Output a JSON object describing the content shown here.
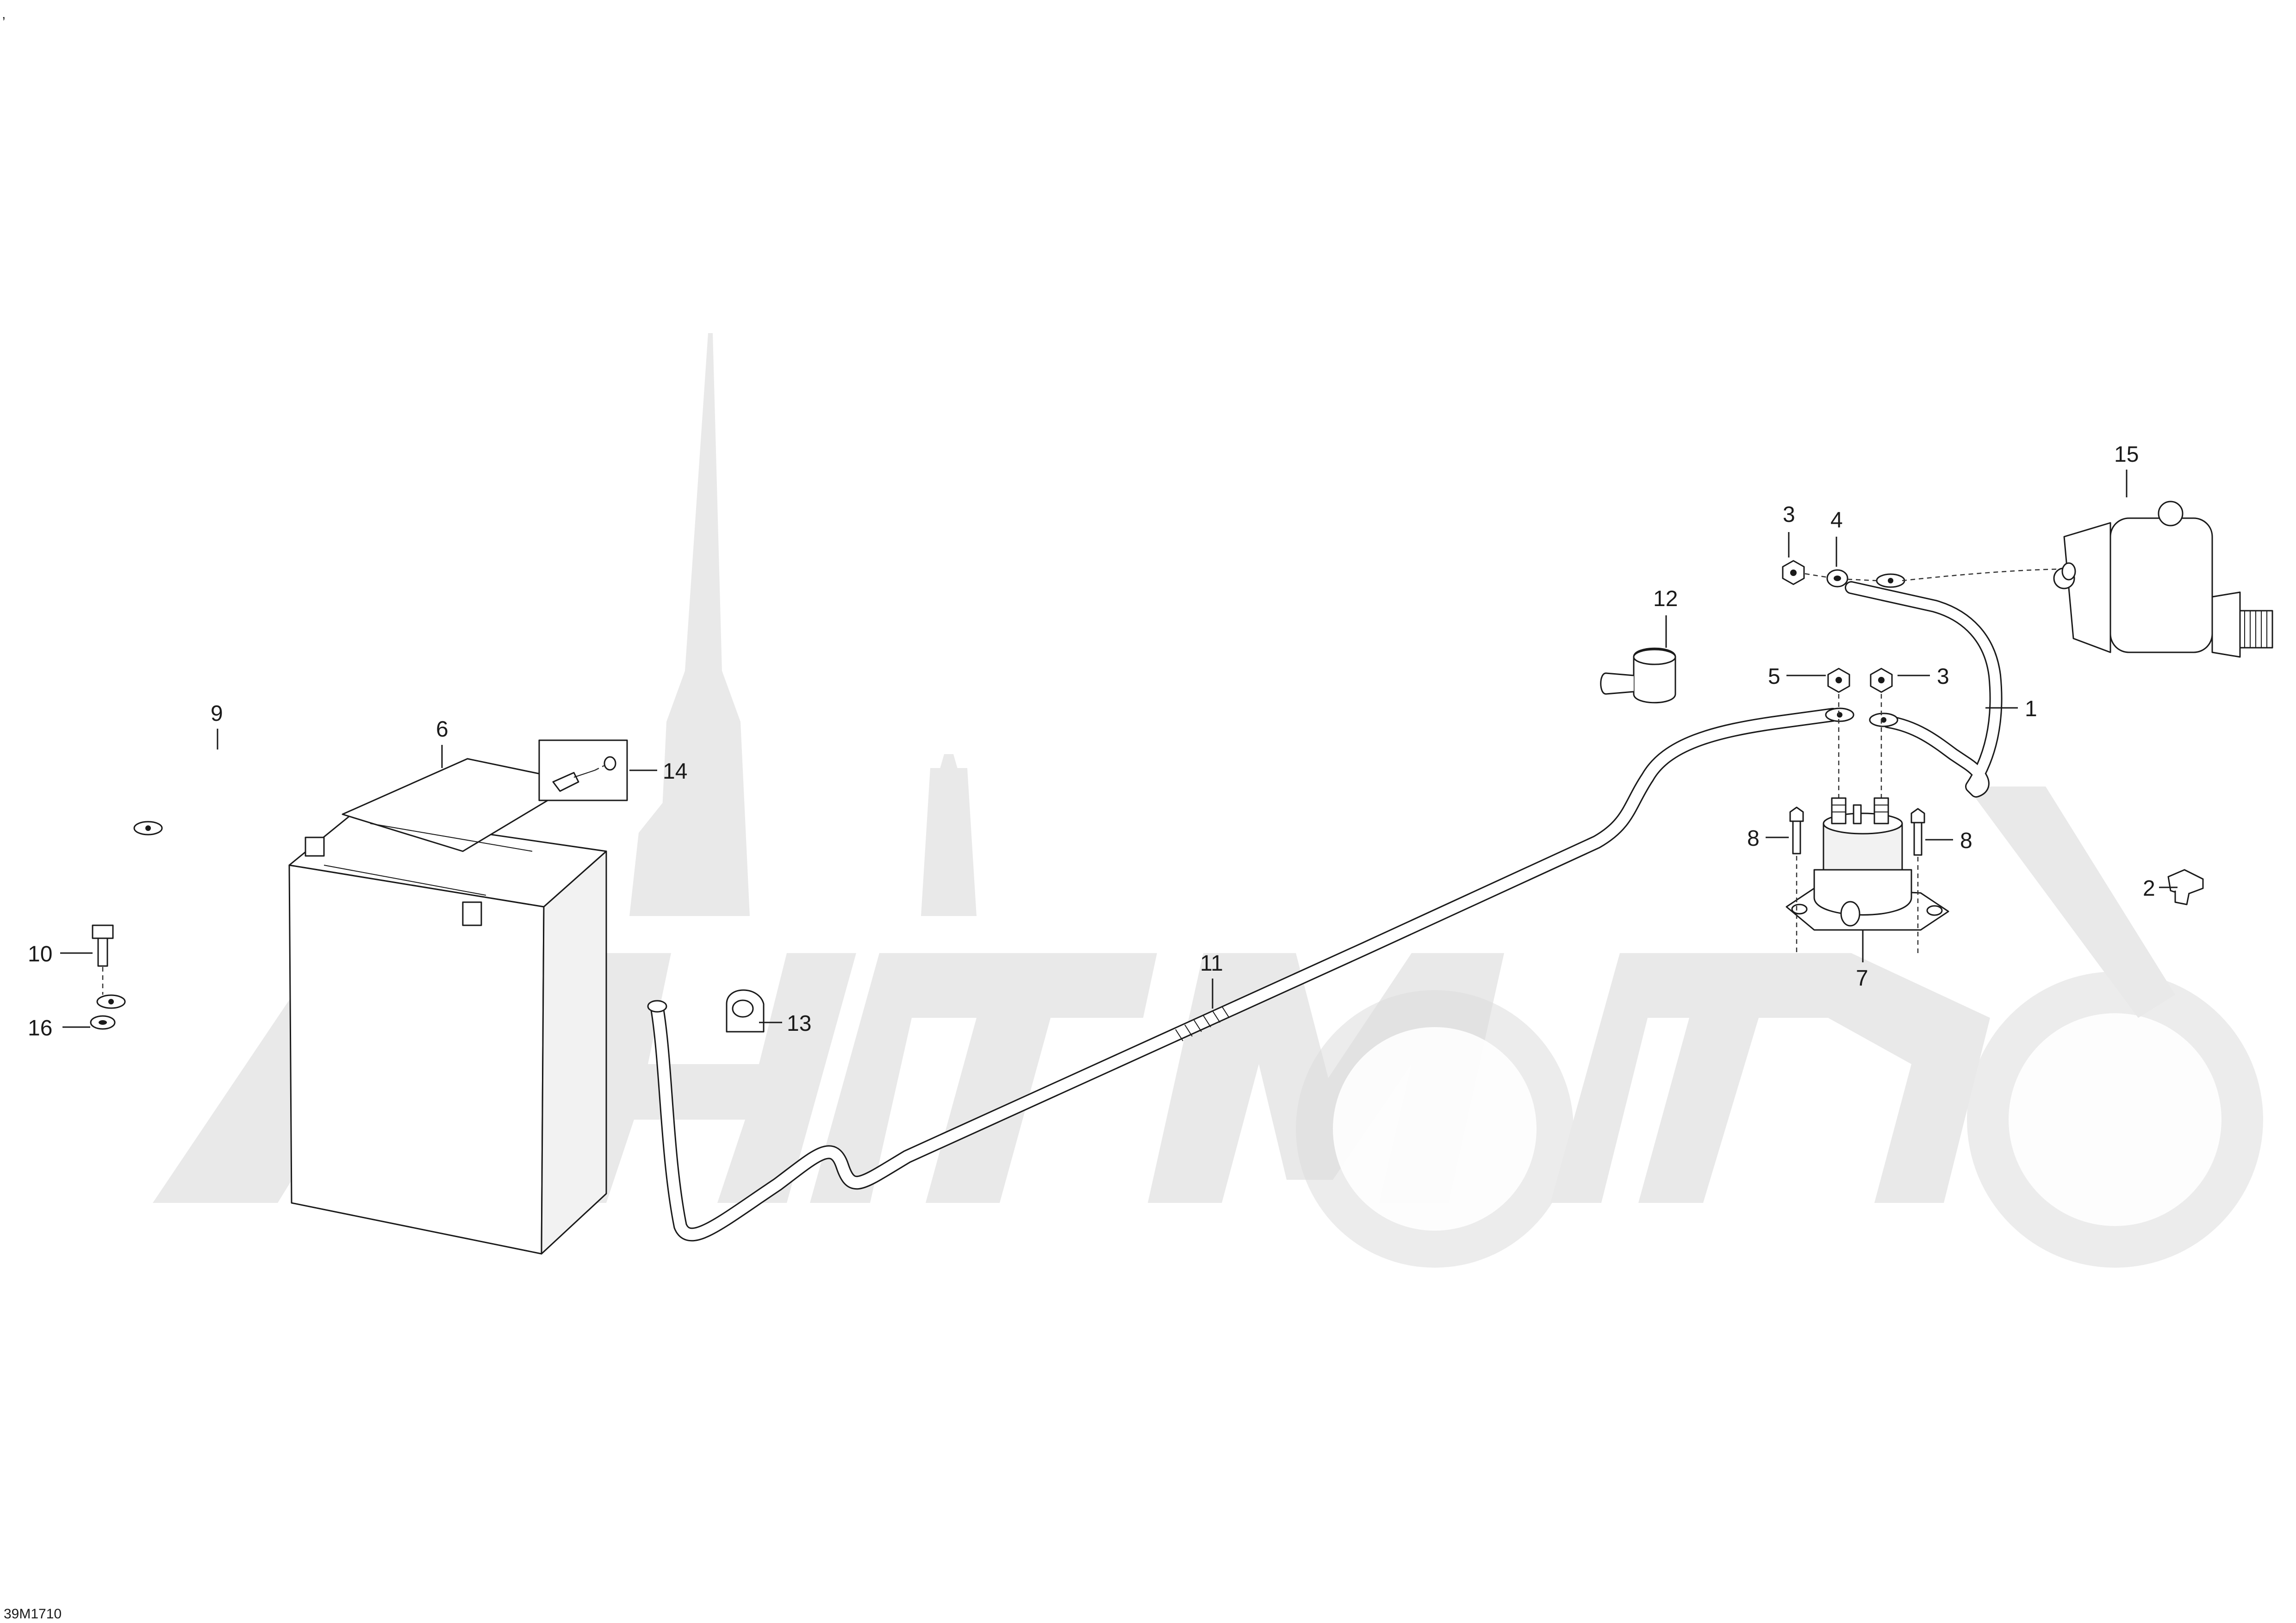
{
  "corner_mark": ",",
  "drawing_code": "39M1710",
  "callouts": {
    "c1": "1",
    "c2": "2",
    "c3a": "3",
    "c3b": "3",
    "c4": "4",
    "c5": "5",
    "c6": "6",
    "c7": "7",
    "c8a": "8",
    "c8b": "8",
    "c9": "9",
    "c10": "10",
    "c11": "11",
    "c12": "12",
    "c13": "13",
    "c14": "14",
    "c15": "15",
    "c16": "16"
  },
  "watermark_text": "АвтоМото"
}
